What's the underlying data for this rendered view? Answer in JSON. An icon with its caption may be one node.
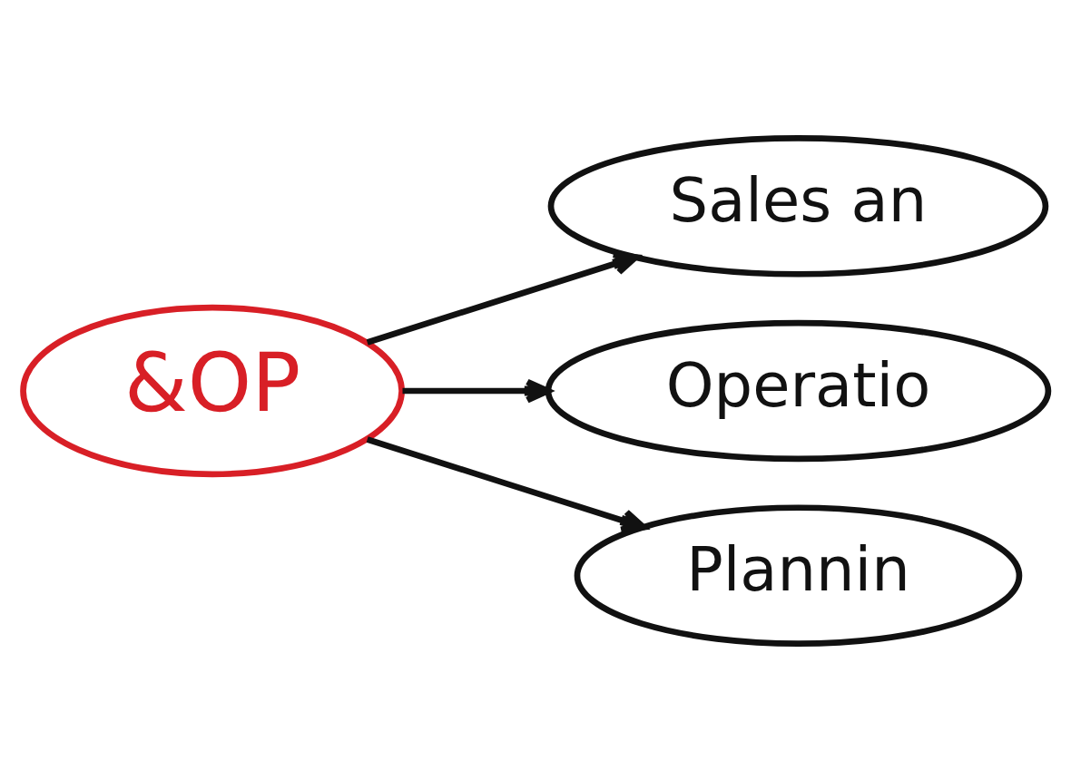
{
  "diagram": {
    "nodes": [
      {
        "text": [
          "&OP"
        ]
      },
      {
        "text": [
          "Sales an"
        ]
      },
      {
        "text": [
          "Operatio"
        ]
      },
      {
        "text": [
          "Plannin"
        ]
      }
    ],
    "edges": [
      {
        "from": 0,
        "to": 1,
        "arrow": "to"
      },
      {
        "from": 0,
        "to": 2,
        "arrow": "to"
      },
      {
        "from": 0,
        "to": 3,
        "arrow": "to"
      }
    ]
  }
}
